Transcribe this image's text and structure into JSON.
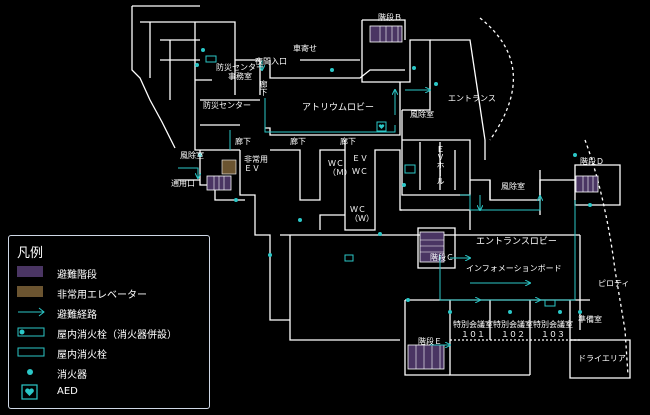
{
  "colors": {
    "background": "#000000",
    "wall": "#ffffff",
    "evac_stair": "#4a3563",
    "emergency_elevator": "#6b5430",
    "route": "#2bc7c7",
    "hydrant": "#2bc7c7"
  },
  "map_labels": {
    "stair_b": "階段Ｂ",
    "car_stop": "車寄せ",
    "disaster_center_office": "防災センター\n事務室",
    "night_entrance": "夜間入口",
    "disaster_center": "防災センター",
    "corridor_vertical": "廊下",
    "atrium_lobby": "アトリウムロビー",
    "entrance": "エントランス",
    "windbreak_top": "風除室",
    "corridor_1": "廊下",
    "corridor_2": "廊下",
    "corridor_3": "廊下",
    "windbreak_left": "風除室",
    "emergency_ev": "非常用\nＥＶ",
    "service_entrance": "通用口",
    "wc_m": "ＷＣ\n（Ｍ）",
    "wc_ev": "ＥＶ",
    "wc_small": "ＷＣ",
    "wc_w": "ＷＣ\n（Ｗ）",
    "ev_hall": "ＥＶホール",
    "stair_d": "階段Ｄ",
    "windbreak_right": "風除室",
    "entrance_lobby": "エントランスロビー",
    "stair_c": "階段Ｃ",
    "info_board": "インフォメーションボード",
    "piloti": "ピロティ",
    "meeting_101": "特別会議室\n１０１",
    "meeting_102": "特別会議室\n１０２",
    "meeting_103": "特別会議室\n１０３",
    "prep_room": "準備室",
    "dry_area": "ドライエリア",
    "stair_e": "階段Ｅ"
  },
  "legend": {
    "title": "凡例",
    "items": [
      {
        "label": "避難階段",
        "icon": "evac-stair-swatch"
      },
      {
        "label": "非常用エレベーター",
        "icon": "elevator-swatch"
      },
      {
        "label": "避難経路",
        "icon": "route-arrow"
      },
      {
        "label": "屋内消火栓（消火器併設）",
        "icon": "hydrant-with-extinguisher"
      },
      {
        "label": "屋内消火栓",
        "icon": "hydrant"
      },
      {
        "label": "消火器",
        "icon": "extinguisher-dot"
      },
      {
        "label": "AED",
        "icon": "aed-heart"
      }
    ]
  }
}
